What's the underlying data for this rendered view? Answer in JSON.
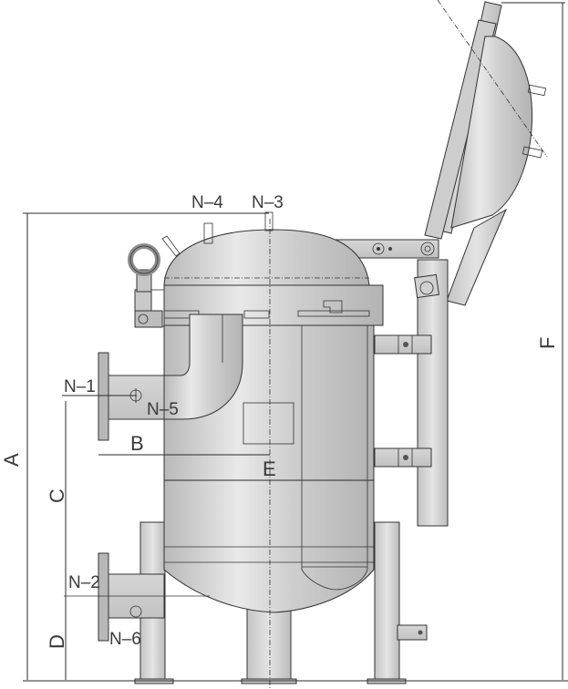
{
  "drawing": {
    "title": "Bag filter housing side elevation",
    "nozzles": {
      "n1": "N–1",
      "n2": "N–2",
      "n3": "N–3",
      "n4": "N–4",
      "n5": "N–5",
      "n6": "N–6"
    },
    "dimensions": {
      "a": "A",
      "b": "B",
      "c": "C",
      "d": "D",
      "e": "E",
      "f": "F"
    },
    "colors": {
      "metal_light": "#e6e6e6",
      "metal_mid": "#c8c8c8",
      "metal_dark": "#a9a9a9",
      "line": "#2a2a2a",
      "text": "#3a3a3a"
    }
  }
}
